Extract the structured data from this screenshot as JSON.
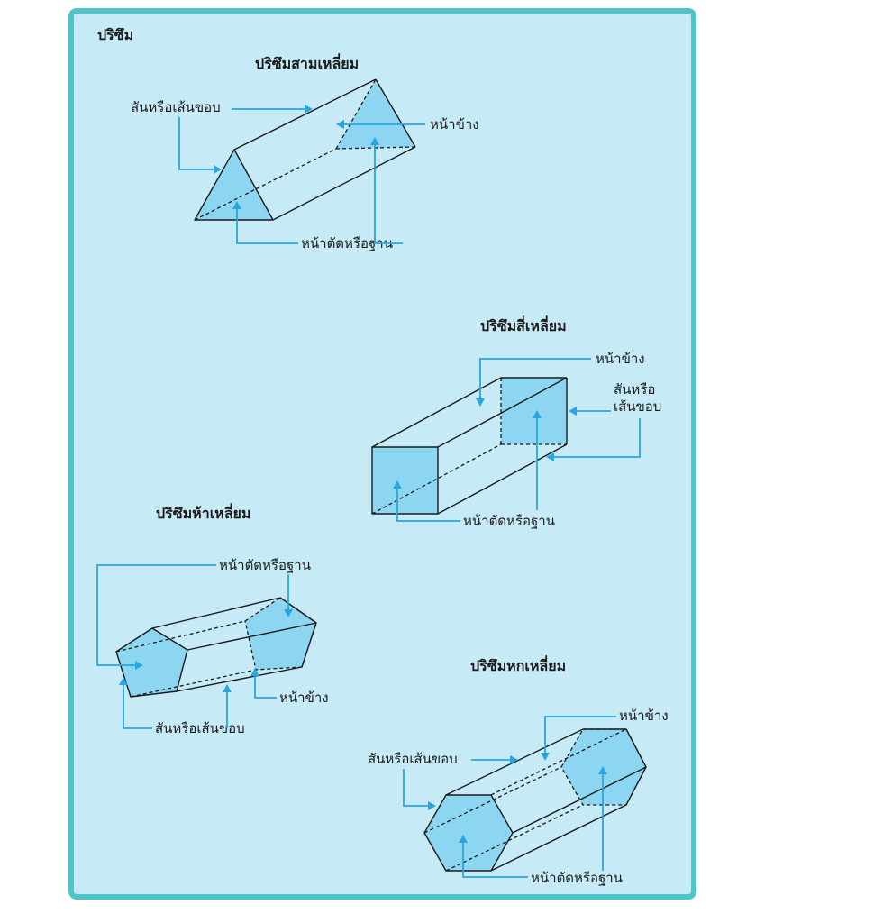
{
  "title": "ปริซึม",
  "colors": {
    "panel_border": "#4cc6c9",
    "panel_fill": "#c7eaf7",
    "face_fill": "#8dd6f2",
    "arrow": "#2aa6dc"
  },
  "prisms": [
    {
      "name": "ปริซึมสามเหลี่ยม",
      "labels": {
        "edge": "สันหรือเส้นขอบ",
        "side": "หน้าข้าง",
        "base": "หน้าตัดหรือฐาน"
      }
    },
    {
      "name": "ปริซึมสี่เหลี่ยม",
      "labels": {
        "side": "หน้าข้าง",
        "edge_line1": "สันหรือ",
        "edge_line2": "เส้นขอบ",
        "base": "หน้าตัดหรือฐาน"
      }
    },
    {
      "name": "ปริซึมห้าเหลี่ยม",
      "labels": {
        "base": "หน้าตัดหรือฐาน",
        "side": "หน้าข้าง",
        "edge": "สันหรือเส้นขอบ"
      }
    },
    {
      "name": "ปริซึมหกเหลี่ยม",
      "labels": {
        "side": "หน้าข้าง",
        "edge": "สันหรือเส้นขอบ",
        "base": "หน้าตัดหรือฐาน"
      }
    }
  ]
}
